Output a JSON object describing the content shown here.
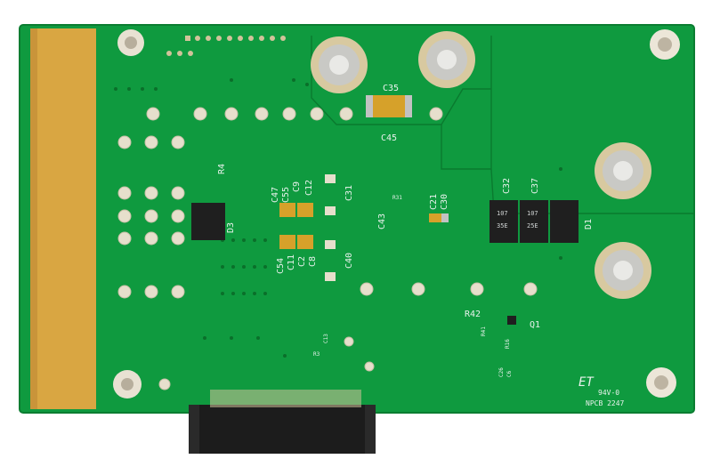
{
  "colors": {
    "pcb": "#0f9a3f",
    "pcb_edge": "#0b8a36",
    "gold": "#d9a642",
    "silkscreen": "#e8f2ec",
    "pad": "#d2c39a",
    "connector": "#1c1c1c",
    "chip": "#1f1f1f",
    "capacitor": "#d6a12a"
  },
  "board": {
    "designators": {
      "c35": "C35",
      "c45": "C45",
      "r4": "R4",
      "d3": "D3",
      "c47": "C47",
      "c55": "C55",
      "c9": "C9",
      "c12": "C12",
      "c31": "C31",
      "c54": "C54",
      "c11": "C11",
      "c2": "C2",
      "c8": "C8",
      "c40": "C40",
      "c43": "C43",
      "c21": "C21",
      "c30": "C30",
      "c32": "C32",
      "c37": "C37",
      "d1": "D1",
      "r42": "R42",
      "q1": "Q1",
      "r41": "R41",
      "r16": "R16",
      "c26": "C26",
      "c6": "C6",
      "r31": "R31",
      "r3": "R3",
      "c13": "C13"
    },
    "chip_markings": {
      "c32_line1": "107",
      "c32_line2": "35E",
      "c37_line1": "107",
      "c37_line2": "25E"
    },
    "markings": {
      "rating": "94V-0",
      "maker": "NPCB 2247",
      "logo": "ET"
    }
  }
}
